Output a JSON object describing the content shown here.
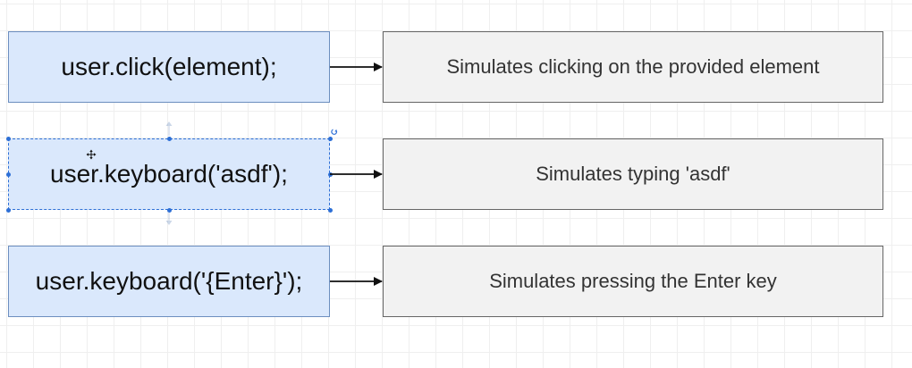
{
  "rows": [
    {
      "code": "user.click(element);",
      "description": "Simulates clicking on the provided element"
    },
    {
      "code": "user.keyboard('asdf');",
      "description": "Simulates typing 'asdf'"
    },
    {
      "code": "user.keyboard('{Enter}');",
      "description": "Simulates pressing the Enter key"
    }
  ],
  "colors": {
    "code_fill": "#dae8fc",
    "code_stroke": "#6c8ebf",
    "desc_fill": "#f2f2f2",
    "desc_stroke": "#666666",
    "selection": "#2d6fd6"
  }
}
